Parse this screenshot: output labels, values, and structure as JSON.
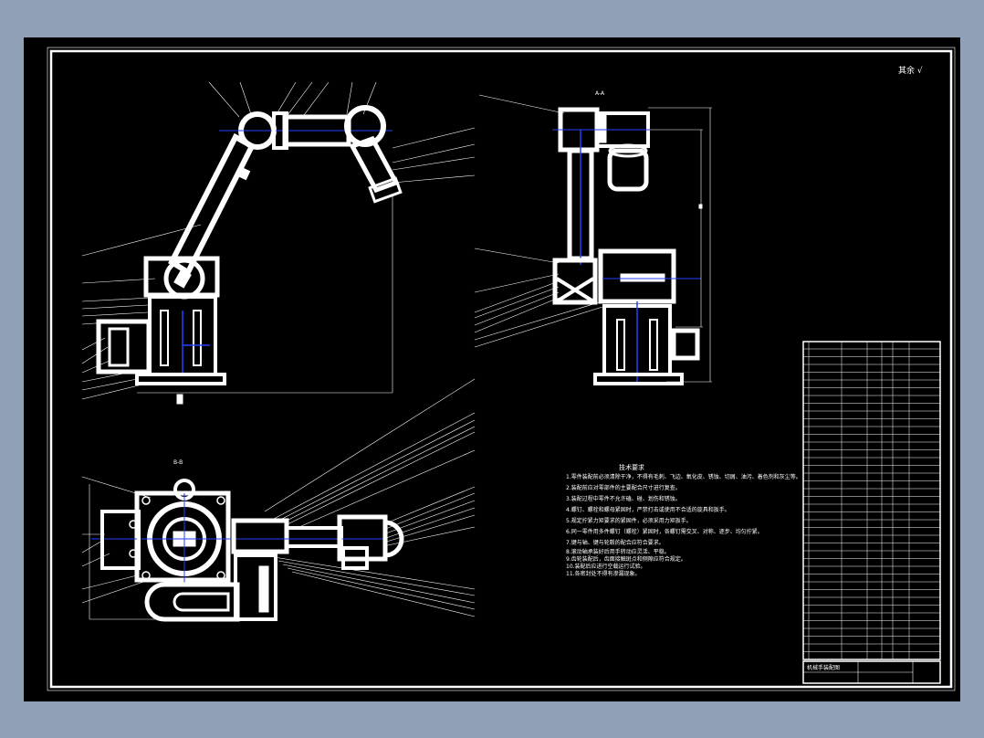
{
  "sheet": {
    "roughness_mark": "其余 √",
    "view_labels": [
      "A-A",
      "B-B"
    ],
    "tech_title": "技术要求",
    "tech_notes": [
      "1.零件装配前必须清除干净，不得有毛刺、飞边、氧化皮、锈蚀、切屑、油污、着色剂和灰尘等。",
      "2.装配前应对零部件的主要配合尺寸进行复查。",
      "3.装配过程中零件不允许磕、碰、划伤和锈蚀。",
      "4.螺钉、螺栓和螺母紧固时，严禁打击或使用不合适的旋具和扳手。",
      "5.规定拧紧力矩要求的紧固件，必须采用力矩扳手。",
      "6.同一零件用多件螺钉（螺栓）紧固时，各螺钉需交叉、对称、逐步、均匀拧紧。",
      "7.键与轴、键与轮毂的配合应符合要求。",
      "8.滚动轴承装好后用手转动应灵活、平稳。",
      "9.齿轮装配后，齿面接触斑点和侧隙应符合规定。",
      "10.装配后应进行空载运行试验。",
      "11.各密封处不得有渗漏现象。"
    ],
    "title_block_name": "机械手装配图"
  }
}
